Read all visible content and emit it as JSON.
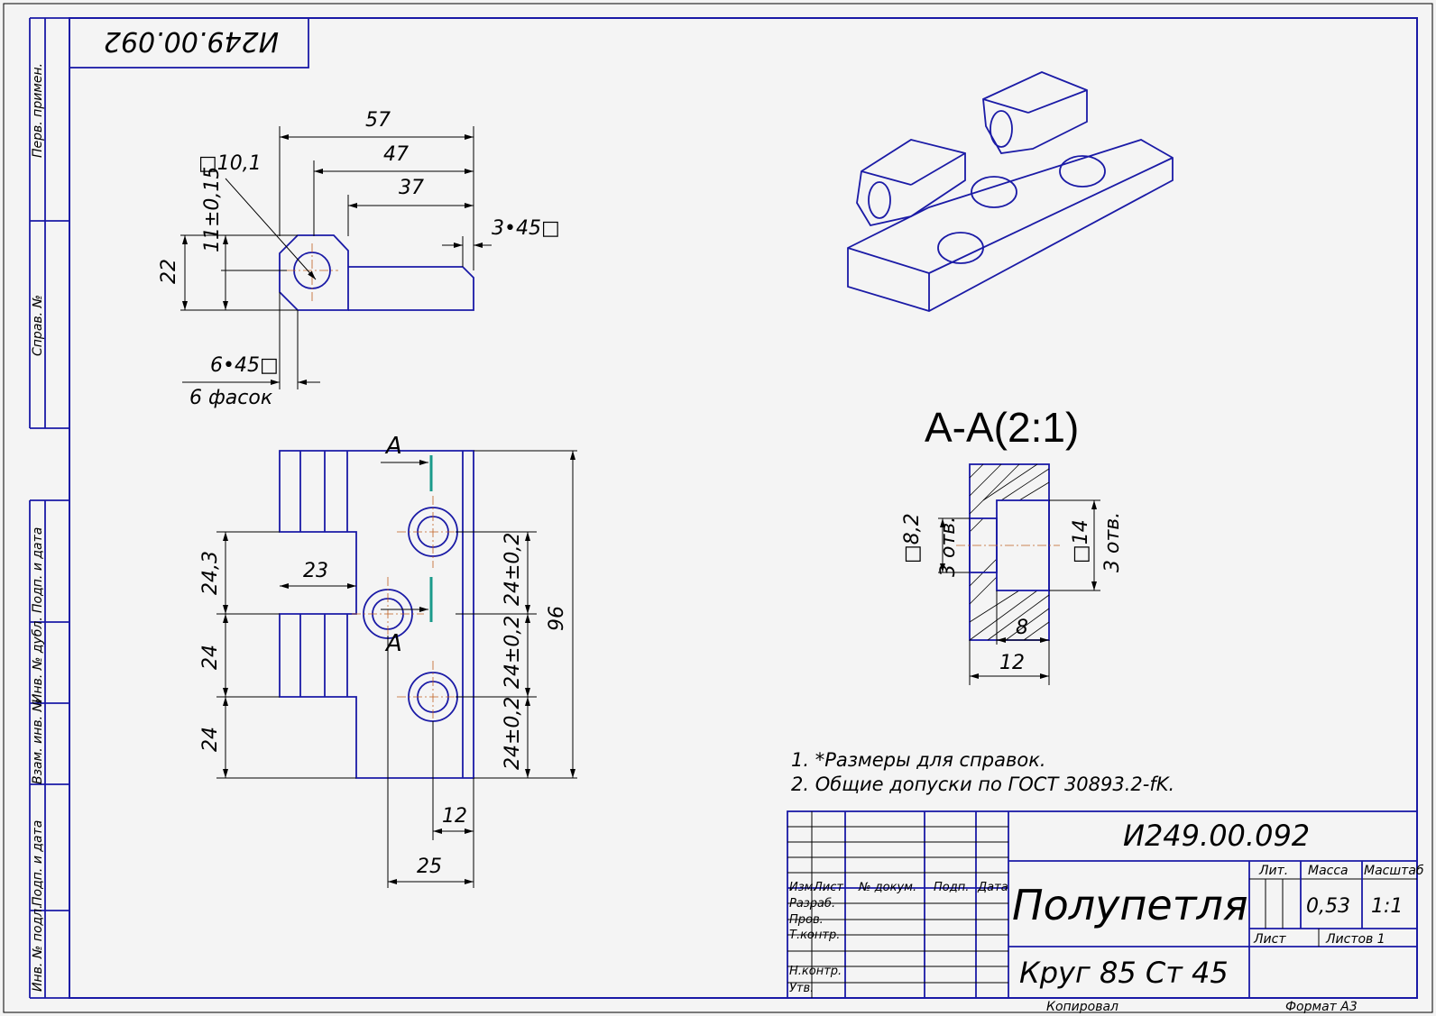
{
  "stamp_code": "И249.00.092",
  "side_labels": {
    "per_primen": "Перв. примен.",
    "sprav_no": "Справ. №",
    "podp_data_1": "Подп. и дата",
    "inv_dubl": "Инв. № дубл.",
    "vzam_inv": "Взам. инв. №",
    "podp_data_2": "Подп. и дата",
    "inv_podl": "Инв. № подл."
  },
  "top_view": {
    "dims": [
      "57",
      "47",
      "37",
      "3•45□",
      "□10,1",
      "11±0,15",
      "22",
      "6•45□",
      "6 фасок"
    ]
  },
  "front_view": {
    "section_mark": "A",
    "dims": [
      "24,3",
      "24",
      "24",
      "23",
      "24±0,2",
      "24±0,2",
      "24±0,2",
      "96",
      "12",
      "25"
    ]
  },
  "section": {
    "title": "A-A(2:1)",
    "dims": [
      "□8,2",
      "3 отв.",
      "□14",
      "3 отв.",
      "8",
      "12"
    ]
  },
  "notes": [
    "1.  *Размеры для справок.",
    "2.  Общие допуски по ГОСТ 30893.2-fK."
  ],
  "title_block": {
    "code": "И249.00.092",
    "name": "Полупетля",
    "material": "Круг 85 Ст 45",
    "headers": [
      "Изм.",
      "Лист",
      "№ докум.",
      "Подп.",
      "Дата"
    ],
    "rows": [
      "Разраб.",
      "Пров.",
      "Т.контр.",
      "Н.контр.",
      "Утв."
    ],
    "lit_label": "Лит.",
    "mass_label": "Масса",
    "scale_label": "Масштаб",
    "mass": "0,53",
    "scale": "1:1",
    "sheet_label": "Лист",
    "sheets_label": "Листов  1",
    "copied": "Копировал",
    "format": "Формат  А3"
  },
  "colors": {
    "outline": "#1a1aa6",
    "cut_mark": "#1a9a8a",
    "axis": "#c06020"
  }
}
